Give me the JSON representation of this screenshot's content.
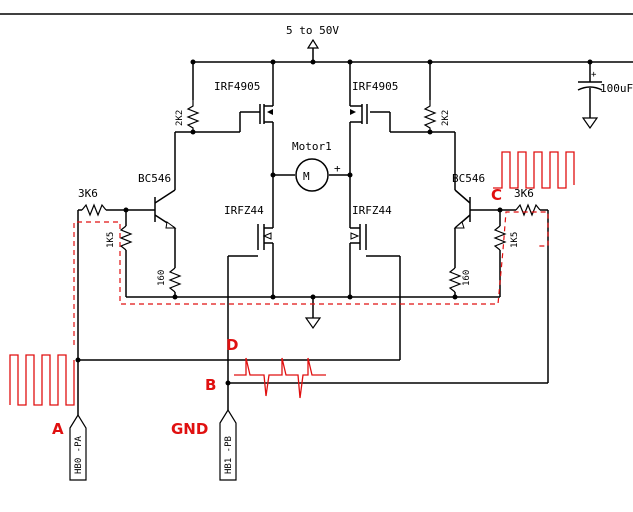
{
  "supply": {
    "label": "5 to 50V"
  },
  "capacitor": {
    "label": "100uF"
  },
  "motor": {
    "label": "Motor1",
    "plus": "+",
    "symbol": "M"
  },
  "transistors": {
    "p_left": "IRF4905",
    "p_right": "IRF4905",
    "n_left": "IRFZ44",
    "n_right": "IRFZ44",
    "bjt_left": "BC546",
    "bjt_right": "BC546"
  },
  "resistors": {
    "pullup_left": "2K2",
    "pullup_right": "2K2",
    "base_left": "3K6",
    "base_right": "3K6",
    "bias_left": "1K5",
    "bias_right": "1K5",
    "emitter_left": "160",
    "emitter_right": "160"
  },
  "connectors": {
    "left": "HB0 -PA",
    "right": "HB1 -PB"
  },
  "markers": {
    "a": "A",
    "b": "B",
    "c": "C",
    "d": "D",
    "gnd": "GND"
  },
  "colors": {
    "annotation": "#e01010",
    "wire": "#000000"
  }
}
